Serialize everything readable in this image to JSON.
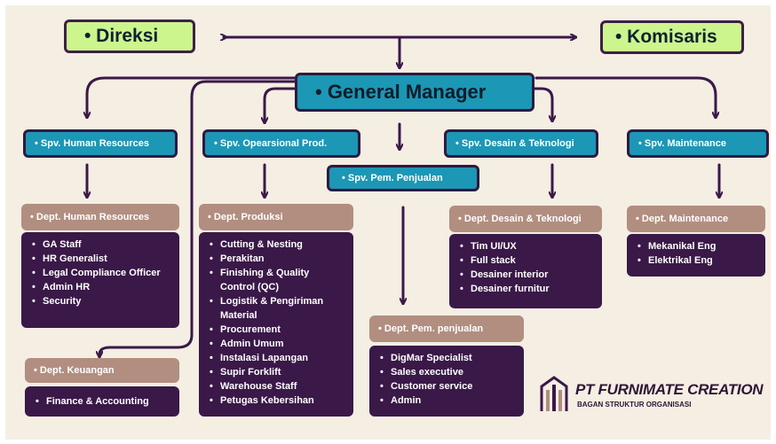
{
  "top": {
    "direksi": "• Direksi",
    "komisaris": "• Komisaris",
    "general_manager": "• General Manager"
  },
  "supervisors": {
    "hr": "• Spv. Human Resources",
    "ops": "• Spv. Opearsional Prod.",
    "sales": "• Spv. Pem. Penjualan",
    "design": "• Spv. Desain & Teknologi",
    "maintenance": "• Spv. Maintenance"
  },
  "departments": {
    "hr": {
      "title": "• Dept. Human Resources",
      "items": [
        "GA Staff",
        "HR Generalist",
        "Legal Compliance Officer",
        "Admin HR",
        "Security"
      ]
    },
    "finance": {
      "title": "• Dept. Keuangan",
      "items": [
        "Finance & Accounting"
      ]
    },
    "production": {
      "title": "• Dept. Produksi",
      "items": [
        "Cutting & Nesting",
        "Perakitan",
        "Finishing & Quality Control (QC)",
        "Logistik & Pengiriman Material",
        "Procurement",
        "Admin Umum",
        "Instalasi Lapangan",
        "Supir Forklift",
        "Warehouse Staff",
        "Petugas Kebersihan"
      ]
    },
    "sales": {
      "title": "• Dept. Pem. penjualan",
      "items": [
        "DigMar Specialist",
        "Sales executive",
        "Customer service",
        "Admin"
      ]
    },
    "design": {
      "title": "• Dept. Desain & Teknologi",
      "items": [
        "Tim UI/UX",
        "Full stack",
        "Desainer interior",
        "Desainer furnitur"
      ]
    },
    "maintenance": {
      "title": "• Dept. Maintenance",
      "items": [
        "Mekanikal Eng",
        "Elektrikal Eng"
      ]
    }
  },
  "company": {
    "name": "PT FURNIMATE CREATION",
    "subtitle": "BAGAN STRUKTUR ORGANISASI"
  },
  "colors": {
    "background": "#f5eee3",
    "top_box": "#ccf58e",
    "supervisor_box": "#1c97b5",
    "dept_header": "#b18e80",
    "dept_body": "#3a1848",
    "connector": "#3a1848"
  }
}
